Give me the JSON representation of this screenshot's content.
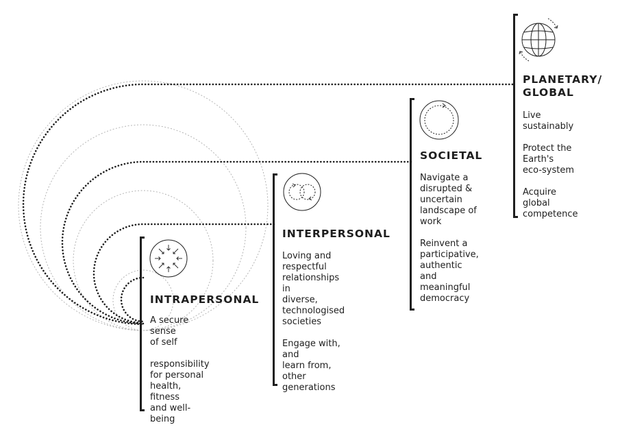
{
  "levels": [
    {
      "id": "intrapersonal",
      "title": "INTRAPERSONAL",
      "icon": "inward-arrows-icon",
      "items": [
        "A secure sense\nof self",
        "responsibility\nfor personal\nhealth, fitness\nand well-being"
      ]
    },
    {
      "id": "interpersonal",
      "title": "INTERPERSONAL",
      "icon": "overlapping-circles-icon",
      "items": [
        "Loving and\nrespectful\nrelationships in\ndiverse,\ntechnologised\nsocieties",
        "Engage with, and\nlearn from, other\ngenerations"
      ]
    },
    {
      "id": "societal",
      "title": "SOCIETAL",
      "icon": "cycle-circle-icon",
      "items": [
        "Navigate a\ndisrupted &\nuncertain\nlandscape of\nwork",
        "Reinvent a\nparticipative,\nauthentic and\nmeaningful\ndemocracy"
      ]
    },
    {
      "id": "planetary",
      "title": "PLANETARY/\nGLOBAL",
      "icon": "globe-icon",
      "items": [
        "Live sustainably",
        "Protect the\nEarth's\neco-system",
        "Acquire global\ncompetence"
      ]
    }
  ],
  "colors": {
    "ink": "#1e1e1e",
    "faint_ring": "#b4b4b4"
  }
}
